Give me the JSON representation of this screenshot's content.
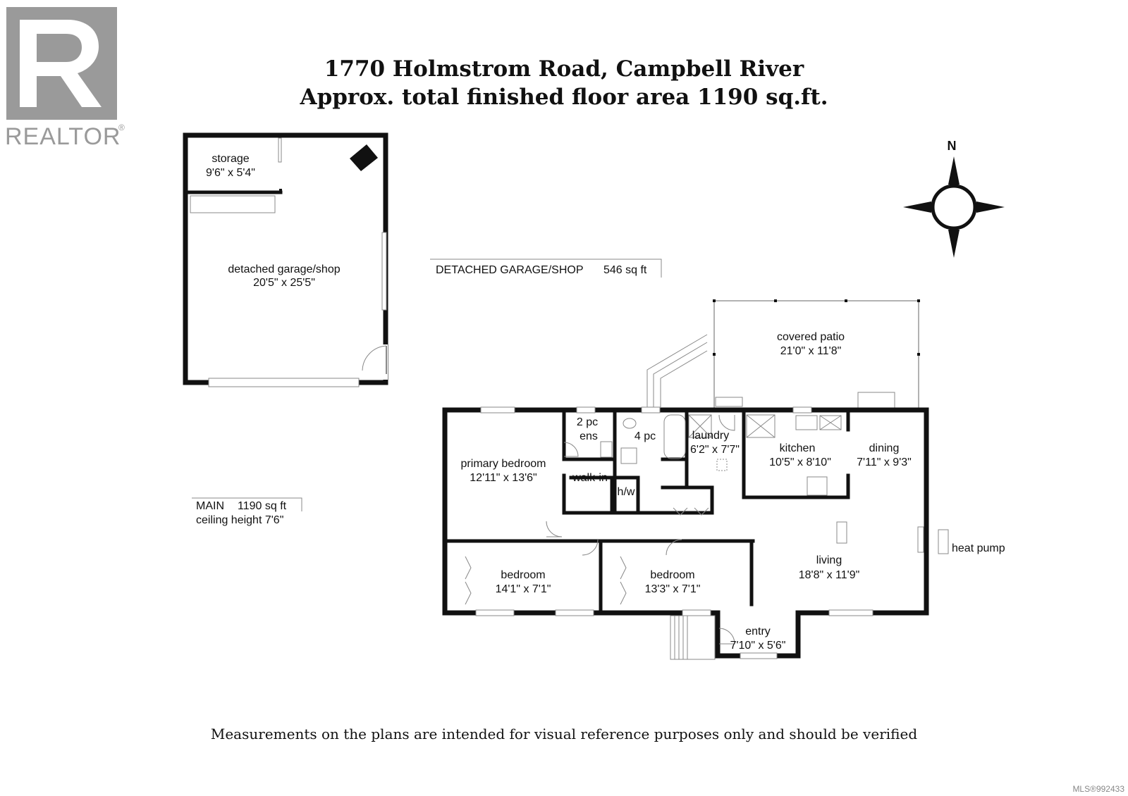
{
  "header": {
    "title_line1": "1770 Holmstrom Road, Campbell River",
    "title_line2": "Approx. total finished floor area 1190 sq.ft."
  },
  "logo": {
    "text": "REALTOR",
    "mark": "®"
  },
  "compass": {
    "label": "N"
  },
  "garage_box": {
    "name": "DETACHED GARAGE/SHOP",
    "area": "546 sq ft"
  },
  "main_box": {
    "name": "MAIN",
    "area": "1190 sq ft",
    "ceiling": "ceiling height 7'6\""
  },
  "rooms": {
    "storage": {
      "name": "storage",
      "dims": "9'6\" x 5'4\""
    },
    "garage": {
      "name": "detached garage/shop",
      "dims": "20'5\" x 25'5\""
    },
    "patio": {
      "name": "covered patio",
      "dims": "21'0\" x 11'8\""
    },
    "primary": {
      "name": "primary bedroom",
      "dims": "12'11\" x 13'6\""
    },
    "ens": {
      "line1": "2 pc",
      "line2": "ens"
    },
    "bath": {
      "name": "4 pc"
    },
    "walkin": {
      "name": "walk-in"
    },
    "hw": {
      "name": "h/w"
    },
    "laundry": {
      "name": "laundry",
      "dims": "6'2\" x 7'7\""
    },
    "kitchen": {
      "name": "kitchen",
      "dims": "10'5\" x 8'10\""
    },
    "dining": {
      "name": "dining",
      "dims": "7'11\" x 9'3\""
    },
    "living": {
      "name": "living",
      "dims": "18'8\" x 11'9\""
    },
    "bedroom1": {
      "name": "bedroom",
      "dims": "14'1\" x 7'1\""
    },
    "bedroom2": {
      "name": "bedroom",
      "dims": "13'3\" x 7'1\""
    },
    "entry": {
      "name": "entry",
      "dims": "7'10\" x 5'6\""
    },
    "heatpump": {
      "name": "heat pump"
    }
  },
  "footer": {
    "disclaimer": "Measurements on the plans are intended for visual reference purposes only and should be verified",
    "mls": "MLS®992433"
  }
}
